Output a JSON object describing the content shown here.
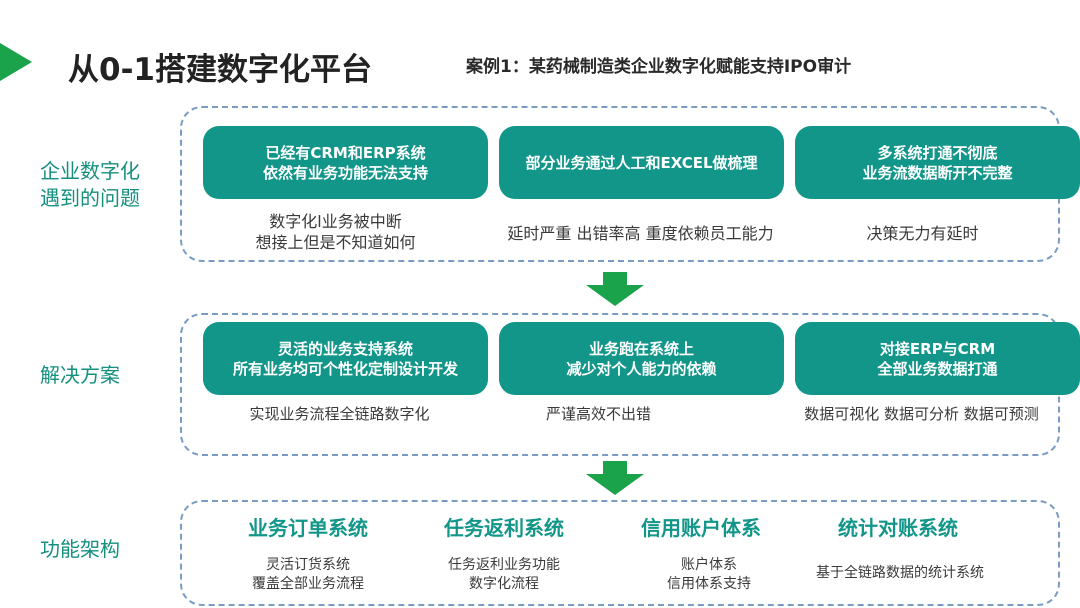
{
  "header": {
    "title": "从0-1搭建数字化平台",
    "case_title": "案例1：某药械制造类企业数字化赋能支持IPO审计"
  },
  "colors": {
    "accent_green": "#1aa34a",
    "card_teal": "#13968a",
    "label_teal": "#15907f",
    "dashed_border": "#7a9cc4"
  },
  "sections": {
    "problems": {
      "label_lines": [
        "企业数字化",
        "遇到的问题"
      ],
      "cards": [
        {
          "lines": [
            "已经有CRM和ERP系统",
            "依然有业务功能无法支持"
          ],
          "note_lines": [
            "数字化l业务被中断",
            "想接上但是不知道如何"
          ]
        },
        {
          "lines": [
            "部分业务通过人工和EXCEL做梳理"
          ],
          "note_lines": [
            "延时严重 出错率高 重度依赖员工能力"
          ]
        },
        {
          "lines": [
            "多系统打通不彻底",
            "业务流数据断开不完整"
          ],
          "note_lines": [
            "决策无力有延时"
          ]
        }
      ]
    },
    "solutions": {
      "label_lines": [
        "解决方案"
      ],
      "cards": [
        {
          "lines": [
            "灵活的业务支持系统",
            "所有业务均可个性化定制设计开发"
          ],
          "note_lines": [
            "实现业务流程全链路数字化"
          ]
        },
        {
          "lines": [
            "业务跑在系统上",
            "减少对个人能力的依赖"
          ],
          "note_lines": [
            "严谨高效不出错"
          ]
        },
        {
          "lines": [
            "对接ERP与CRM",
            "全部业务数据打通"
          ],
          "note_lines": [
            "数据可视化 数据可分析 数据可预测"
          ]
        }
      ]
    },
    "architecture": {
      "label_lines": [
        "功能架构"
      ],
      "modules": [
        {
          "title": "业务订单系统",
          "desc_lines": [
            "灵活订货系统",
            "覆盖全部业务流程"
          ]
        },
        {
          "title": "任务返利系统",
          "desc_lines": [
            "任务返利业务功能",
            "数字化流程"
          ]
        },
        {
          "title": "信用账户体系",
          "desc_lines": [
            "账户体系",
            "信用体系支持"
          ]
        },
        {
          "title": "统计对账系统",
          "desc_lines": [
            "基于全链路数据的统计系统"
          ]
        }
      ]
    }
  },
  "icons": {
    "corner": "triangle-right-icon",
    "flow_arrow": "arrow-down-icon"
  }
}
